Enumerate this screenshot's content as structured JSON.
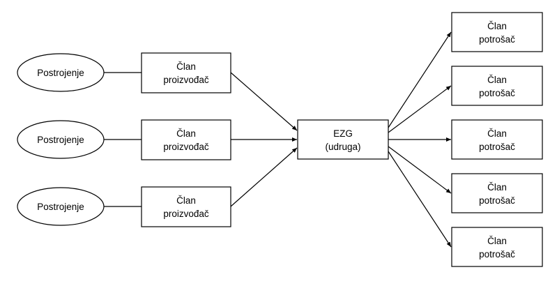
{
  "colors": {
    "stroke": "#000000",
    "background": "#ffffff",
    "text": "#000000"
  },
  "plants": [
    {
      "label": "Postrojenje"
    },
    {
      "label": "Postrojenje"
    },
    {
      "label": "Postrojenje"
    }
  ],
  "producers": [
    {
      "line1": "Član",
      "line2": "proizvođač"
    },
    {
      "line1": "Član",
      "line2": "proizvođač"
    },
    {
      "line1": "Član",
      "line2": "proizvođač"
    }
  ],
  "hub": {
    "line1": "EZG",
    "line2": "(udruga)"
  },
  "consumers": [
    {
      "line1": "Član",
      "line2": "potrošač"
    },
    {
      "line1": "Član",
      "line2": "potrošač"
    },
    {
      "line1": "Član",
      "line2": "potrošač"
    },
    {
      "line1": "Član",
      "line2": "potrošač"
    },
    {
      "line1": "Član",
      "line2": "potrošač"
    }
  ]
}
